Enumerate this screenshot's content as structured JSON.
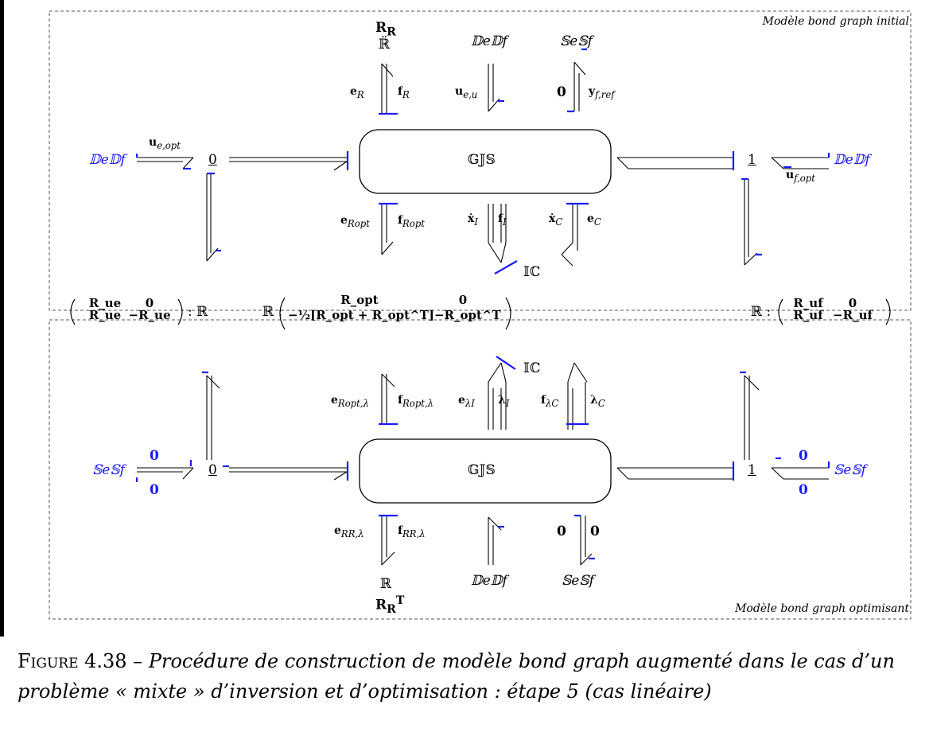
{
  "figure": {
    "label": "Figure 4.38 –",
    "caption": "Procédure de construction de modèle bond graph augmenté dans le cas d’un problème « mixte » d’inversion et d’optimisation : étape 5 (cas linéaire)"
  },
  "top_model": {
    "title": "Modèle bond graph initial",
    "center": "𝔾𝕁𝕊",
    "left_source": "𝔻e𝔻f",
    "left_input": "u",
    "left_input_sub": "e,opt",
    "left_junction": "0",
    "right_source": "𝔻e𝔻f",
    "right_input": "u",
    "right_input_sub": "f,opt",
    "right_junction": "1",
    "rr_top": "R",
    "rr_top_sub": "R",
    "rr_elem": "ℝ̈",
    "e_rr": "e",
    "e_rr_sub": "R",
    "f_rr": "f",
    "f_rr_sub": "R",
    "dedf": "𝔻e𝔻f",
    "u_eu": "u",
    "u_eu_sub": "e,u",
    "sesf": "𝕊e𝕊f",
    "zero": "0",
    "y_ref": "y",
    "y_ref_sub": "f,ref",
    "e_ropt": "e",
    "e_ropt_sub": "Ropt",
    "f_ropt": "f",
    "f_ropt_sub": "Ropt",
    "xi": "ẋ",
    "xi_sub": "I",
    "fi": "f",
    "fi_sub": "I",
    "xc": "ẋ",
    "xc_sub": "C",
    "ec": "e",
    "ec_sub": "C",
    "ic": "𝕀ℂ"
  },
  "middle": {
    "left_matrix": [
      [
        "R_ue",
        "0"
      ],
      [
        "R_ue",
        "−R_ue"
      ]
    ],
    "left_suffix": ": ℝ",
    "center_prefix": "ℝ :",
    "center_matrix_r1": [
      "R_opt",
      "0"
    ],
    "center_matrix_r2": [
      "−½[R_opt + R_opt^T]",
      "−R_opt^T"
    ],
    "right_prefix": "ℝ :",
    "right_matrix": [
      [
        "R_uf",
        "0"
      ],
      [
        "R_uf",
        "−R_uf"
      ]
    ]
  },
  "bottom_model": {
    "title": "Modèle bond graph optimisant",
    "center": "𝔾𝕁𝕊",
    "left_source": "𝕊e𝕊f",
    "left_zero_top": "0",
    "left_zero_bottom": "0",
    "left_junction": "0",
    "right_source": "𝕊e𝕊f",
    "right_zero_top": "0",
    "right_zero_bottom": "0",
    "right_junction": "1",
    "ic": "𝕀ℂ",
    "e_ropt_l": "e",
    "e_ropt_l_sub": "Ropt,λ",
    "f_ropt_l": "f",
    "f_ropt_l_sub": "Ropt,λ",
    "e_li": "e",
    "e_li_sub": "λI",
    "li": "λ",
    "li_sub": "I",
    "f_lc": "f",
    "f_lc_sub": "λC",
    "lc": "λ",
    "lc_sub": "C",
    "e_rr_l": "e",
    "e_rr_l_sub": "RR,λ",
    "f_rr_l": "f",
    "f_rr_l_sub": "RR,λ",
    "dedf": "𝔻e𝔻f",
    "sesf": "𝕊e𝕊f",
    "zero_a": "0",
    "zero_b": "0",
    "rr_elem": "ℝ",
    "rr_bottom": "R",
    "rr_bottom_sub": "R",
    "rr_bottom_sup": "T"
  },
  "colors": {
    "accent": "#1a1aff",
    "ink": "#000000"
  }
}
